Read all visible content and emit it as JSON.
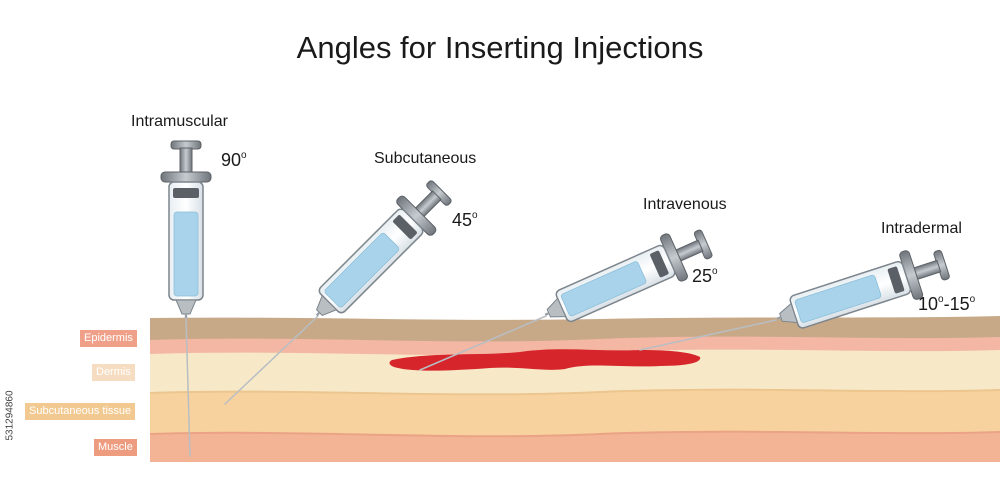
{
  "title": "Angles for Inserting Injections",
  "injections": [
    {
      "name": "Intramuscular",
      "angle": "90",
      "unit": "o"
    },
    {
      "name": "Subcutaneous",
      "angle": "45",
      "unit": "o"
    },
    {
      "name": "Intravenous",
      "angle": "25",
      "unit": "o"
    },
    {
      "name": "Intradermal",
      "angle_from": "10",
      "angle_to": "-15",
      "unit": "o"
    }
  ],
  "layers": [
    {
      "name": "Epidermis",
      "color": "#f0a088"
    },
    {
      "name": "Dermis",
      "color": "#f6dcc0"
    },
    {
      "name": "Subcutaneous tissue",
      "color": "#f2c990"
    },
    {
      "name": "Muscle",
      "color": "#ee9c80"
    }
  ],
  "stock_id": "531294860",
  "colors": {
    "skin_top": "#c7a988",
    "epidermis": "#f4b7a4",
    "dermis": "#f7e8c8",
    "subcutaneous": "#f7d29e",
    "muscle": "#f2b495",
    "blood": "#d6262c",
    "barrel_fluid": "#a9d3ea",
    "metal": "#8a8f95"
  }
}
